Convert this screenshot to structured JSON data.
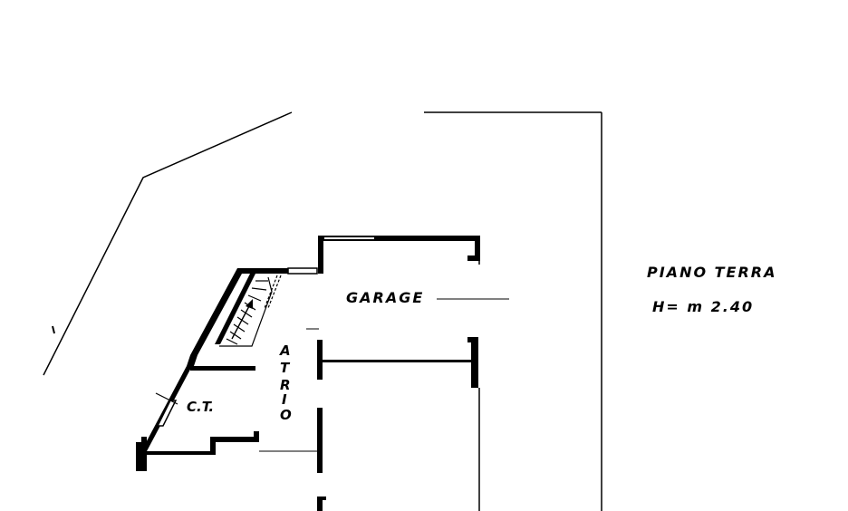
{
  "plan": {
    "room_garage": "GARAGE",
    "room_atrio": [
      "A",
      "T",
      "R",
      "I",
      "O"
    ],
    "room_ct": "C.T.",
    "floor_title": "PIANO  TERRA",
    "floor_height": "H= m 2.40"
  },
  "colors": {
    "ink": "#000000",
    "paper": "#ffffff"
  }
}
